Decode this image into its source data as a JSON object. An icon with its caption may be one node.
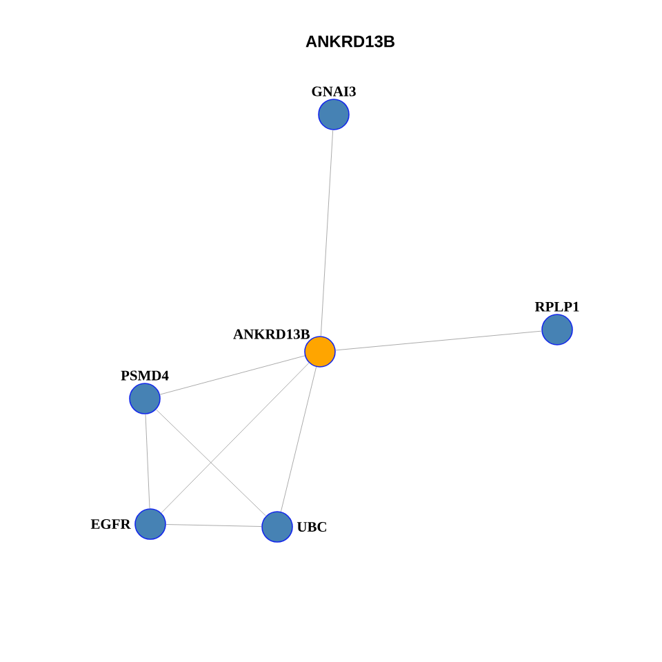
{
  "diagram": {
    "title": "ANKRD13B",
    "nodes": [
      {
        "text": [
          "GNAI3"
        ]
      },
      {
        "text": [
          "ANKRD13B"
        ]
      },
      {
        "text": [
          "RPLP1"
        ]
      },
      {
        "text": [
          "PSMD4"
        ]
      },
      {
        "text": [
          "EGFR"
        ]
      },
      {
        "text": [
          "UBC"
        ]
      }
    ],
    "edges": [
      {
        "from": 1,
        "to": 0,
        "arrow": "none"
      },
      {
        "from": 1,
        "to": 2,
        "arrow": "none"
      },
      {
        "from": 1,
        "to": 3,
        "arrow": "none"
      },
      {
        "from": 1,
        "to": 4,
        "arrow": "none"
      },
      {
        "from": 1,
        "to": 5,
        "arrow": "none"
      },
      {
        "from": 3,
        "to": 4,
        "arrow": "none"
      },
      {
        "from": 3,
        "to": 5,
        "arrow": "none"
      },
      {
        "from": 4,
        "to": 5,
        "arrow": "none"
      }
    ]
  }
}
